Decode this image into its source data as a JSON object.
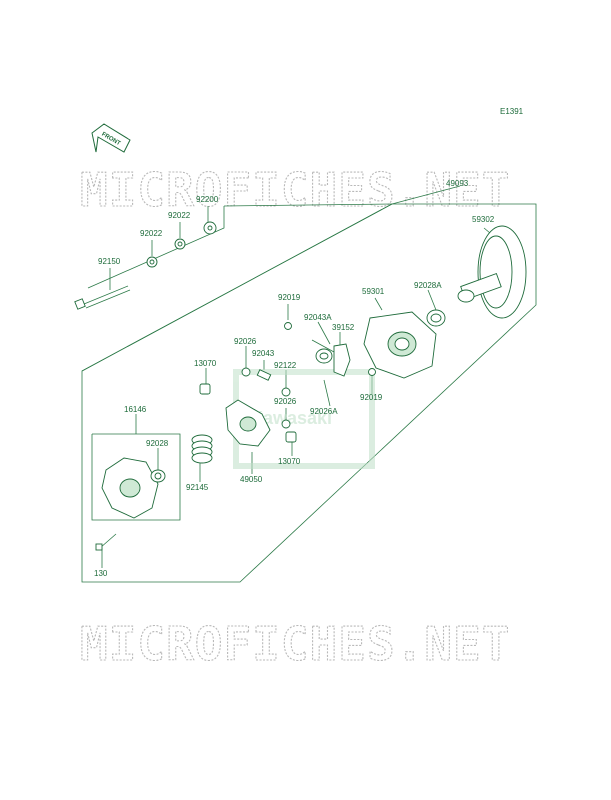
{
  "diagram_code": "E1391",
  "front_label": "FRONT",
  "watermark_text": "MICROFICHES.NET",
  "brand_watermark": "Kawasaki",
  "colors": {
    "line": "#2c7a48",
    "label": "#1d6b3a",
    "fill": "#cfe9d5",
    "watermark": "#b9b9b9"
  },
  "labels": {
    "p49093": "49093",
    "p59302": "59302",
    "p92200": "92200",
    "p92022a": "92022",
    "p92022b": "92022",
    "p92150": "92150",
    "p92019a": "92019",
    "p59301": "59301",
    "p92028A": "92028A",
    "p92043A": "92043A",
    "p39152": "39152",
    "p92026a": "92026",
    "p92043": "92043",
    "p13070a": "13070",
    "p92122": "92122",
    "p92026A": "92026A",
    "p92019b": "92019",
    "p92026b": "92026",
    "p16146": "16146",
    "p92028": "92028",
    "p13070b": "13070",
    "p92145": "92145",
    "p49050": "49050",
    "p130": "130"
  }
}
